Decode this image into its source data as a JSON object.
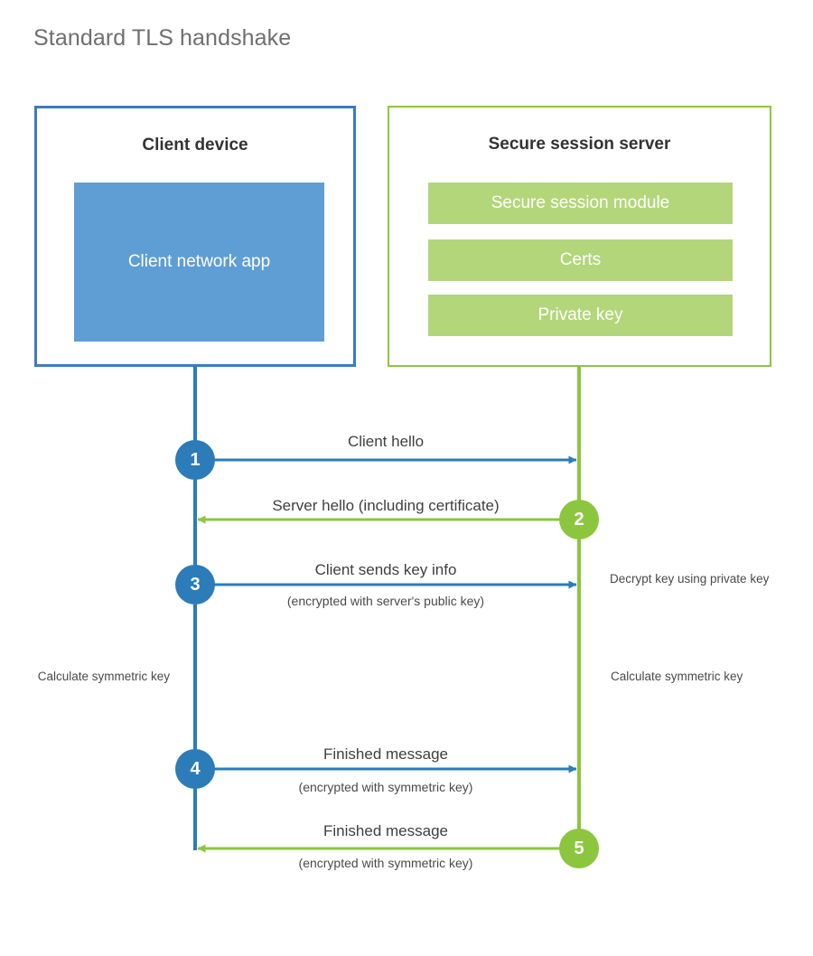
{
  "title": "Standard TLS handshake",
  "colors": {
    "client_border": "#3b7cc0",
    "client_line": "#2b7cb9",
    "client_fill": "#5f9ed4",
    "server_border": "#8cc63f",
    "server_line": "#8cc63f",
    "server_fill": "#b3d67b",
    "title_text": "#6f6f6f",
    "body_text": "#3f3f3f",
    "background": "#ffffff"
  },
  "client": {
    "title": "Client device",
    "app_label": "Client network app"
  },
  "server": {
    "title": "Secure session server",
    "bars": [
      {
        "label": "Secure session module"
      },
      {
        "label": "Certs"
      },
      {
        "label": "Private key"
      }
    ]
  },
  "steps": [
    {
      "number": "1",
      "direction": "client-to-server",
      "label": "Client hello",
      "sub": ""
    },
    {
      "number": "2",
      "direction": "server-to-client",
      "label": "Server hello (including certificate)",
      "sub": ""
    },
    {
      "number": "3",
      "direction": "client-to-server",
      "label": "Client sends key info",
      "sub": "(encrypted with server's public key)"
    },
    {
      "number": "4",
      "direction": "client-to-server",
      "label": "Finished message",
      "sub": "(encrypted with symmetric key)"
    },
    {
      "number": "5",
      "direction": "server-to-client",
      "label": "Finished message",
      "sub": "(encrypted with symmetric key)"
    }
  ],
  "notes": {
    "decrypt_key": "Decrypt key using private key",
    "client_calculate": "Calculate symmetric key",
    "server_calculate": "Calculate symmetric key"
  }
}
